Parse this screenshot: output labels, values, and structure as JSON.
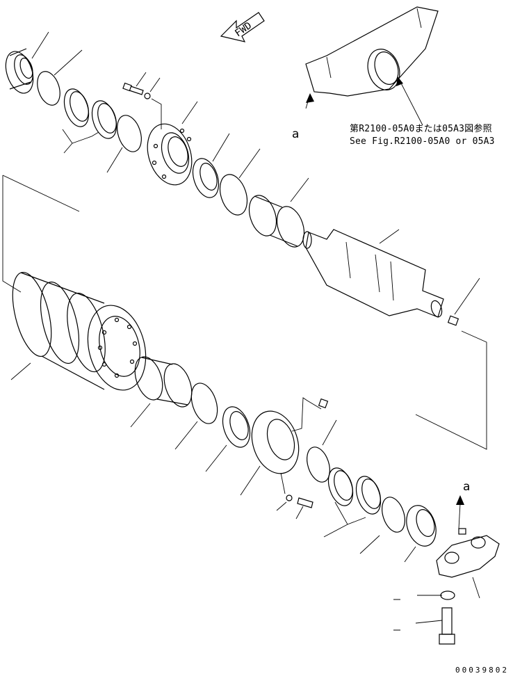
{
  "direction_marker": {
    "label": "FWD"
  },
  "reference_note": {
    "japanese": "第R2100-05A0または05A3図参照",
    "english": "See Fig.R2100-05A0 or 05A3"
  },
  "reference_letters": {
    "top": "a",
    "bottom": "a"
  },
  "drawing_number": "00039802",
  "colors": {
    "line": "#000000",
    "background": "#ffffff"
  }
}
